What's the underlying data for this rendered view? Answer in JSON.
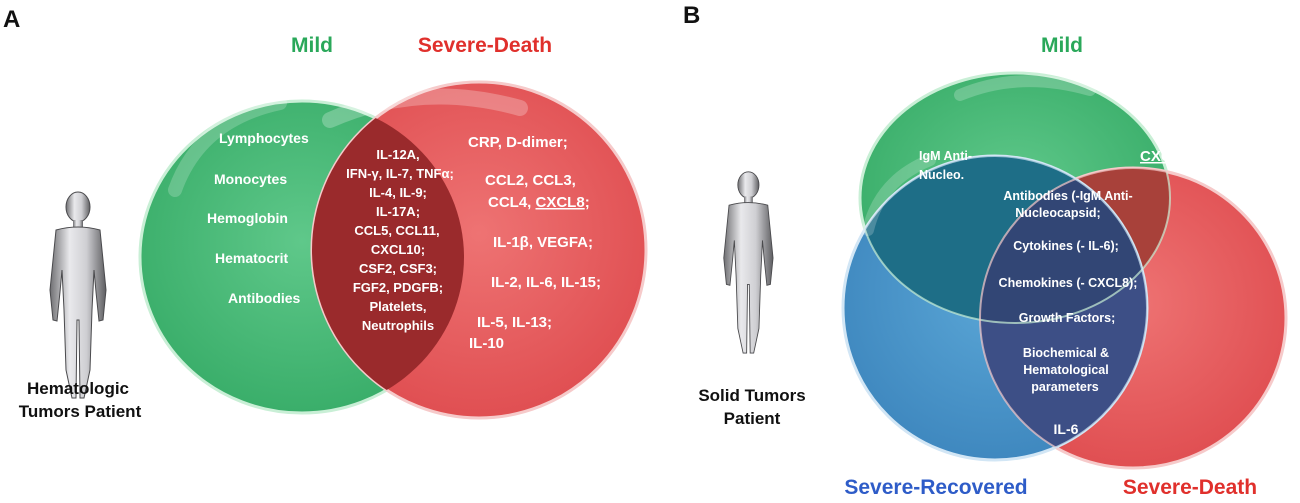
{
  "colors": {
    "mild": "#22a34a",
    "severe_death": "#e02a2a",
    "severe_recovered": "#2e5cc8",
    "white": "#ffffff"
  },
  "panel_a": {
    "letter": "A",
    "mild_title": "Mild",
    "severe_death_title": "Severe-Death",
    "mild_only": [
      "Lymphocytes",
      "Monocytes",
      "Hemoglobin",
      "Hematocrit",
      "Antibodies"
    ],
    "overlap": [
      "IL-12A,",
      "IFN-γ, IL-7, TNFα;",
      "IL-4, IL-9;",
      "IL-17A;",
      "CCL5, CCL11,",
      "CXCL10;",
      "CSF2, CSF3;",
      "FGF2, PDGFB;",
      "Platelets,",
      "Neutrophils"
    ],
    "severe_only": {
      "line1": "CRP, D-dimer;",
      "line2": "CCL2, CCL3,",
      "line3_a": "CCL4, ",
      "line3_b": "CXCL8",
      "line3_c": ";",
      "line4": "IL-1β, VEGFA;",
      "line5": "IL-2, IL-6, IL-15;",
      "line6": "IL-5, IL-13;",
      "line7": "IL-10"
    },
    "patient_label": [
      "Hematologic",
      "Tumors Patient"
    ]
  },
  "panel_b": {
    "letter": "B",
    "mild_title": "Mild",
    "severe_recovered_title": "Severe-Recovered",
    "severe_death_title": "Severe-Death",
    "igm_label": [
      "IgM Anti-",
      "Nucleo."
    ],
    "cxcl8_label": "CXCL8",
    "center": [
      "Antibodies (-IgM Anti-",
      "Nucleocapsid;",
      "Cytokines (- IL-6);",
      "Chemokines (- CXCL8);",
      "Growth Factors;",
      "Biochemical &",
      "Hematological",
      "parameters"
    ],
    "il6_label": "IL-6",
    "patient_label": [
      "Solid Tumors",
      "Patient"
    ]
  }
}
